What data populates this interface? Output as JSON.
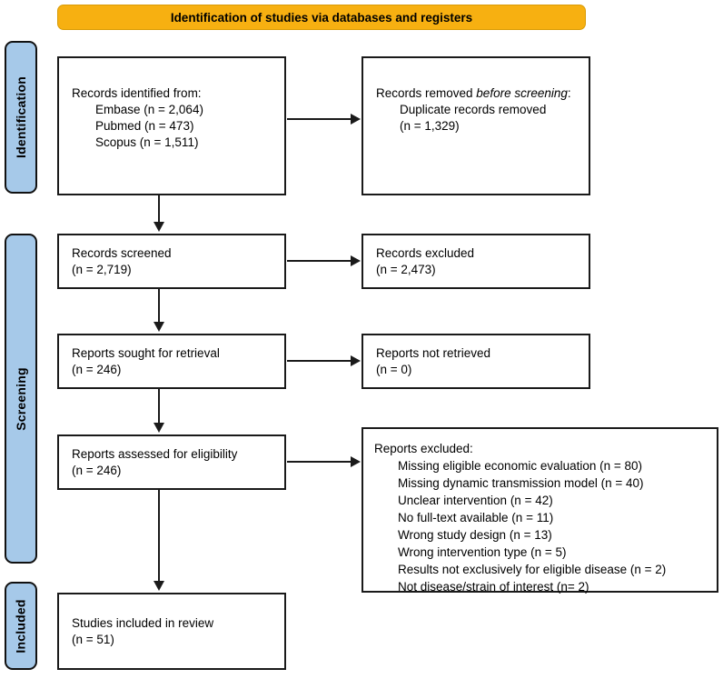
{
  "banner": {
    "label": "Identification of studies via databases and registers"
  },
  "stages": {
    "identification": "Identification",
    "screening": "Screening",
    "included": "Included"
  },
  "colors": {
    "banner_fill": "#F7B011",
    "banner_border": "#D99B05",
    "stage_fill": "#A6C9E9",
    "line": "#1A1A1A"
  },
  "boxes": {
    "records_identified": {
      "lines": [
        {
          "t": "Records identified from:"
        },
        {
          "t": "Embase (n = 2,064)"
        },
        {
          "t": "Pubmed (n = 473)"
        },
        {
          "t": "Scopus (n = 1,511)"
        }
      ]
    },
    "records_removed": {
      "intro": {
        "plain": "Records removed ",
        "italic": "before screening",
        "suffix": ":"
      },
      "lines": [
        {
          "t": "Duplicate records removed"
        },
        {
          "t": "(n = 1,329)"
        }
      ]
    },
    "records_screened": {
      "lines": [
        {
          "t": "Records screened"
        },
        {
          "t": "(n = 2,719)"
        }
      ]
    },
    "records_excluded": {
      "lines": [
        {
          "t": "Records excluded"
        },
        {
          "t": "(n = 2,473)"
        }
      ]
    },
    "reports_sought": {
      "lines": [
        {
          "t": "Reports sought for retrieval"
        },
        {
          "t": "(n = 246)"
        }
      ]
    },
    "reports_not_retrieved": {
      "lines": [
        {
          "t": "Reports not retrieved"
        },
        {
          "t": "(n = 0)"
        }
      ]
    },
    "reports_assessed": {
      "lines": [
        {
          "t": "Reports assessed for eligibility"
        },
        {
          "t": "(n = 246)"
        }
      ]
    },
    "reports_excluded": {
      "lines": [
        {
          "t": "Reports excluded:"
        },
        {
          "t": "Missing eligible economic evaluation (n = 80)"
        },
        {
          "t": "Missing dynamic transmission model (n = 40)"
        },
        {
          "t": "Unclear intervention (n = 42)"
        },
        {
          "t": "No full-text available (n = 11)"
        },
        {
          "t": "Wrong study design (n = 13)"
        },
        {
          "t": "Wrong intervention type (n = 5)"
        },
        {
          "t": "Results not exclusively for eligible disease (n = 2)"
        },
        {
          "t": "Not disease/strain of interest (n= 2)"
        }
      ]
    },
    "studies_included": {
      "lines": [
        {
          "t": "Studies included in review"
        },
        {
          "t": "(n = 51)"
        }
      ]
    }
  }
}
